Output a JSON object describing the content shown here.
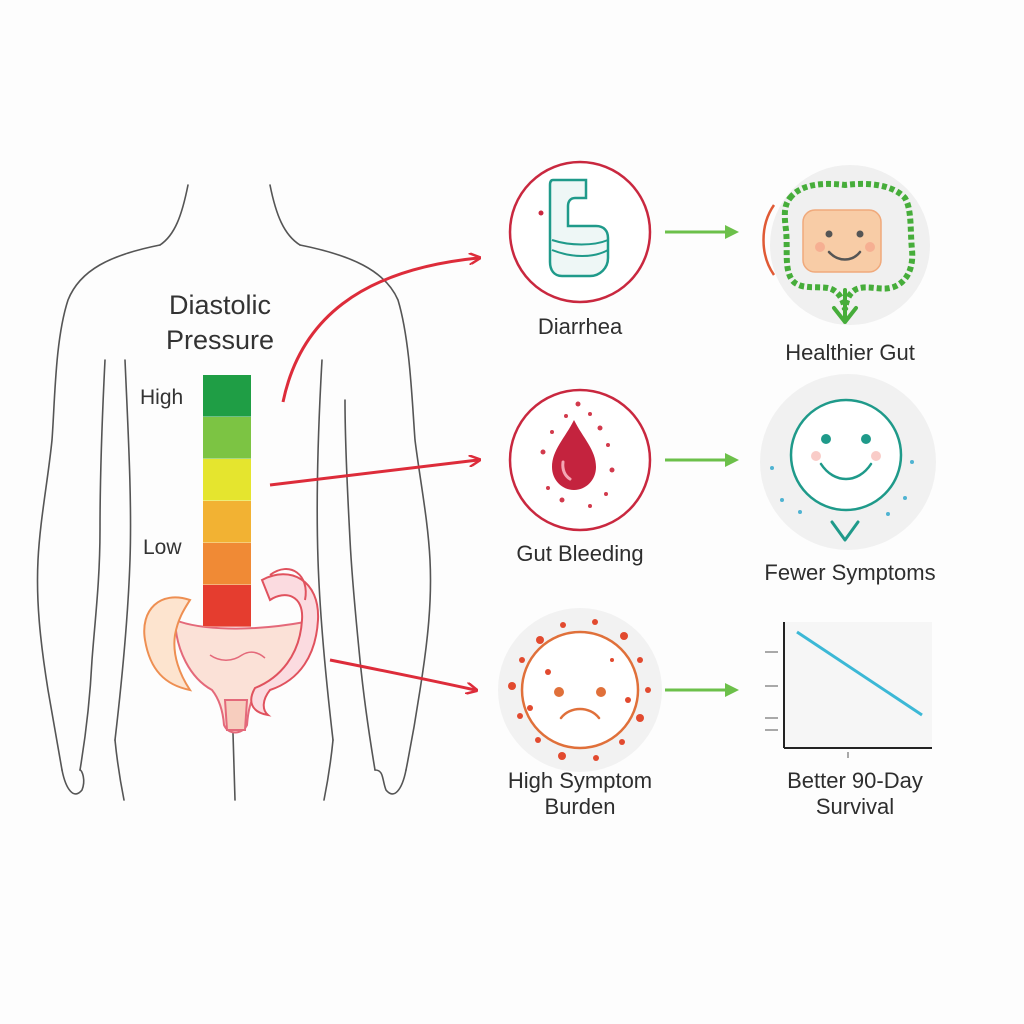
{
  "scale": {
    "title_line1": "Diastolic",
    "title_line2": "Pressure",
    "high_label": "High",
    "low_label": "Low",
    "levels": [
      "#1f9e45",
      "#7cc443",
      "#e5e52e",
      "#f2b233",
      "#f08a35",
      "#e53d2f"
    ]
  },
  "outcomes": [
    {
      "label_line1": "Diarrhea",
      "label_line2": "",
      "icon": "toilet-icon"
    },
    {
      "label_line1": "Gut Bleeding",
      "label_line2": "",
      "icon": "blood-drop-icon"
    },
    {
      "label_line1": "High Symptom",
      "label_line2": "Burden",
      "icon": "sad-face-icon"
    }
  ],
  "improvements": [
    {
      "label_line1": "Healthier Gut",
      "label_line2": "",
      "icon": "happy-colon-icon"
    },
    {
      "label_line1": "Fewer Symptoms",
      "label_line2": "",
      "icon": "smiley-face-icon"
    },
    {
      "label_line1": "Better 90-Day",
      "label_line2": "Survival",
      "icon": "declining-line-chart-icon"
    }
  ],
  "colors": {
    "arrow_red": "#dd2c3a",
    "arrow_green": "#6cc04a",
    "circle_red": "#c9283f",
    "teal": "#1f9a8a",
    "orange": "#e0703a",
    "chart_line": "#3cb8d6"
  }
}
